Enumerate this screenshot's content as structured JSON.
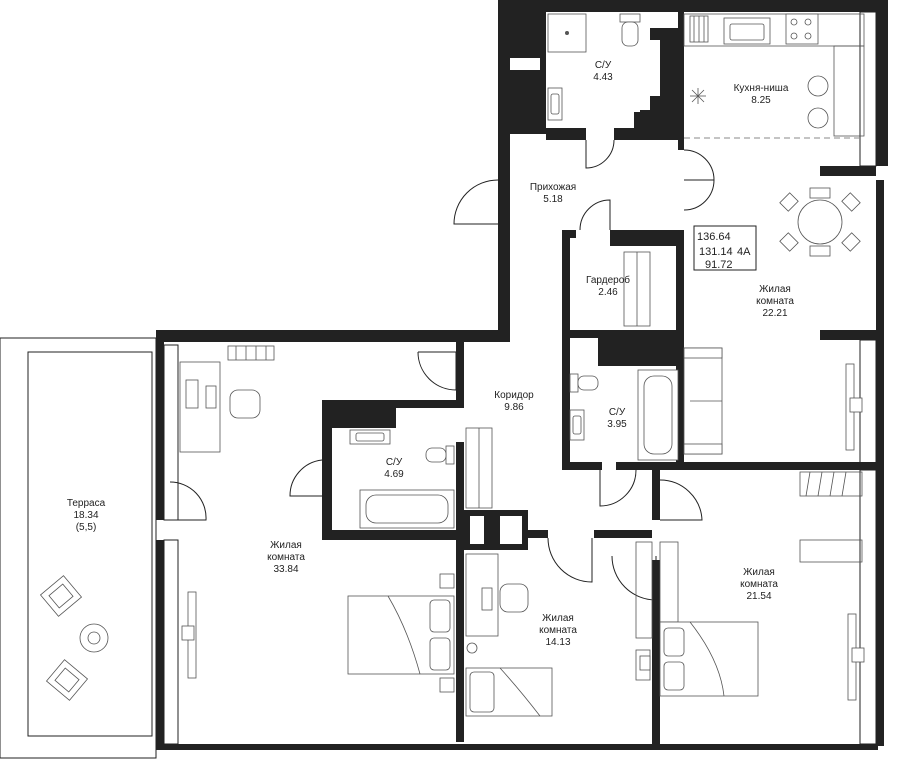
{
  "plan": {
    "info_box": {
      "total_area": "136.64",
      "area_no_terrace": "131.14",
      "plan_code": "4А",
      "living_area": "91.72"
    },
    "rooms": [
      {
        "id": "bath-top",
        "name": "С/У",
        "area": "4.43"
      },
      {
        "id": "kitchen",
        "name": "Кухня-ниша",
        "area": "8.25"
      },
      {
        "id": "hallway",
        "name": "Прихожая",
        "area": "5.18"
      },
      {
        "id": "wardrobe",
        "name": "Гардероб",
        "area": "2.46"
      },
      {
        "id": "living-right-top",
        "name_line1": "Жилая",
        "name_line2": "комната",
        "area": "22.21"
      },
      {
        "id": "corridor",
        "name": "Коридор",
        "area": "9.86"
      },
      {
        "id": "bath-middle",
        "name": "С/У",
        "area": "3.95"
      },
      {
        "id": "bath-left",
        "name": "С/У",
        "area": "4.69"
      },
      {
        "id": "terrace",
        "name": "Терраса",
        "area": "18.34",
        "note": "(5,5)"
      },
      {
        "id": "living-left",
        "name_line1": "Жилая",
        "name_line2": "комната",
        "area": "33.84"
      },
      {
        "id": "living-center",
        "name_line1": "Жилая",
        "name_line2": "комната",
        "area": "14.13"
      },
      {
        "id": "living-right-bottom",
        "name_line1": "Жилая",
        "name_line2": "комната",
        "area": "21.54"
      }
    ]
  },
  "colors": {
    "wall": "#222222",
    "line": "#222222",
    "furniture": "#555555",
    "background": "#ffffff"
  }
}
